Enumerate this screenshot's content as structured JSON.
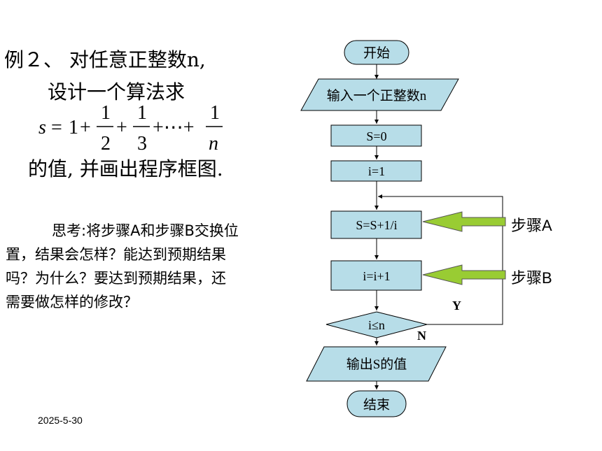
{
  "problem": {
    "line1": "例２、 对任意正整数n,",
    "line2": "设计一个算法求",
    "formula": {
      "lhs": "s",
      "eq": "=",
      "one": "1",
      "plus": "+",
      "num": "1",
      "den2": "2",
      "den3": "3",
      "dots": "+⋯+",
      "denn": "n"
    },
    "line3": "的值, 并画出程序框图."
  },
  "think": {
    "line1": "思考:将步骤A和步骤B交换位",
    "line2": "置，结果会怎样？能达到预期结果",
    "line3": "吗？为什么？要达到预期结果，还",
    "line4": "需要做怎样的修改？"
  },
  "date": "2025-5-30",
  "flowchart": {
    "start": "开始",
    "input": "输入一个正整数n",
    "s_init": "S=0",
    "i_init": "i=1",
    "step_a_box": "S=S+1/i",
    "step_b_box": "i=i+1",
    "condition": "i≤n",
    "output": "输出S的值",
    "end": "结束",
    "yes": "Y",
    "no": "N",
    "step_a_label": "步骤A",
    "step_b_label": "步骤B",
    "box_fill": "#b7dde8",
    "arrow_fill": "#99cc33"
  }
}
